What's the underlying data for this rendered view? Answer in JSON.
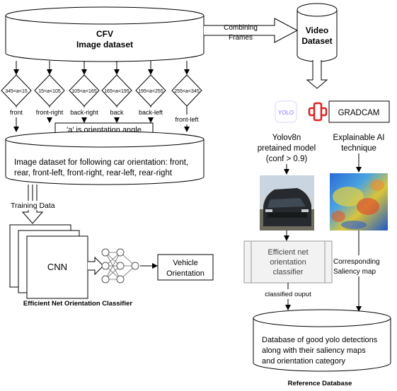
{
  "cfv": {
    "title": "CFV",
    "subtitle": "Image dataset"
  },
  "combine": {
    "line1": "Combining",
    "line2": "Frames"
  },
  "video": {
    "line1": "Video",
    "line2": "Dataset"
  },
  "diamonds": [
    {
      "cond": "345<a<15",
      "label": "front"
    },
    {
      "cond": "15<a<105",
      "label": "front-right"
    },
    {
      "cond": "105<a<165",
      "label": "back-right"
    },
    {
      "cond": "165<a<195",
      "label": "back"
    },
    {
      "cond": "195<a<255",
      "label": "back-left"
    },
    {
      "cond": "255<a<345",
      "label": "front-left"
    }
  ],
  "angle_note": "'a' is orientation angle",
  "orientation_db": {
    "line1": "Image dataset for following car orientation: front,",
    "line2": "rear, front-left, front-right, rear-left, rear-right"
  },
  "training_label": "Training Data",
  "cnn_label": "CNN",
  "vehicle": {
    "line1": "Vehicle",
    "line2": "Orientation"
  },
  "classifier_caption": "Efficient Net Orientation Classifier",
  "yolo_logo": "YOLO",
  "plus": "+",
  "gradcam": "GRADCAM",
  "yolo_desc": {
    "line1": "Yolov8n",
    "line2": "pretained model",
    "line3": "(conf > 0.9)"
  },
  "xai_desc": {
    "line1": "Explainable AI",
    "line2": "technique"
  },
  "effnet": {
    "line1": "Efficient net",
    "line2": "orientation",
    "line3": "classifier"
  },
  "saliency": {
    "line1": "Corresponding",
    "line2": "Saliency map"
  },
  "classified": "classified ouput",
  "ref_db": {
    "line1": "Database of good yolo detections",
    "line2": "along with their saliency maps",
    "line3": "and orientation category"
  },
  "ref_caption": "Reference Database",
  "colors": {
    "yolo": "#8a6cf0",
    "plus": "#e23c3c",
    "effnet_fill": "#f2f2f2",
    "effnet_stroke": "#999999"
  }
}
